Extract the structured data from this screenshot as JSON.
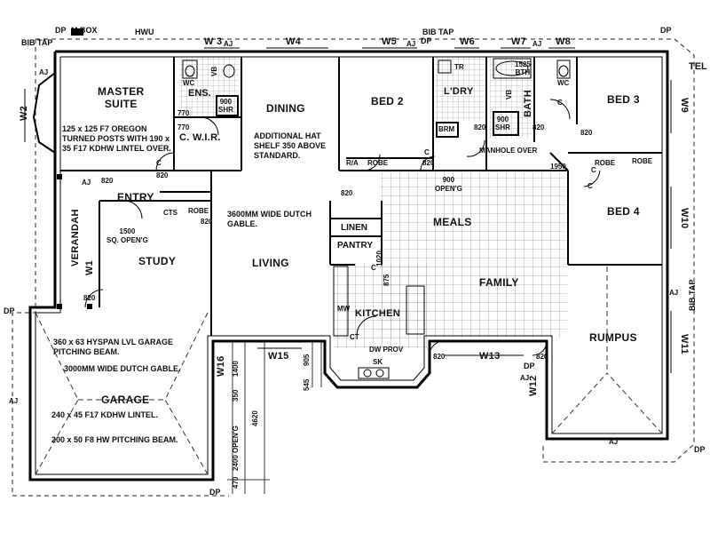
{
  "rooms": {
    "master_suite": "MASTER\nSUITE",
    "ens": "ENS.",
    "wir": "C. W.I.R.",
    "dining": "DINING",
    "bed2": "BED 2",
    "ldry": "L'DRY",
    "bath": "BATH",
    "bed3": "BED 3",
    "bed4": "BED 4",
    "entry": "ENTRY",
    "study": "STUDY",
    "living": "LIVING",
    "meals": "MEALS",
    "family": "FAMILY",
    "kitchen": "KITCHEN",
    "rumpus": "RUMPUS",
    "garage": "GARAGE",
    "verandah": "VERANDAH",
    "linen": "LINEN",
    "pantry": "PANTRY"
  },
  "labels": {
    "dp": "DP",
    "mbox": "M.BOX",
    "hwu": "HWU",
    "bibtap": "BIB TAP",
    "w2": "W2",
    "w3": "W 3",
    "w4": "W4",
    "w5": "W5",
    "w6": "W6",
    "w7": "W7",
    "w8": "W8",
    "w9": "W9",
    "w10": "W10",
    "w11": "W11",
    "w12": "W12",
    "w13": "W13",
    "w15": "W15",
    "w16": "W16",
    "w1": "W1",
    "aj": "AJ",
    "wc": "WC",
    "vb": "VB",
    "tr": "TR",
    "c": "C",
    "shr900": "900\nSHR",
    "bth1525": "1525\nBTH",
    "n770": "770",
    "n820": "820",
    "robe": "ROBE",
    "cts": "CTS",
    "ra": "R/A",
    "brm": "BRM",
    "manhole": "MANHOLE OVER",
    "open900": "900\nOPEN'G",
    "open1500": "1500\nSQ. OPEN'G",
    "dw_prov": "DW PROV",
    "sk": "SK",
    "mw": "MW",
    "ct": "CT",
    "r_875": "875",
    "r_1020": "1020",
    "r_1950": "1950",
    "dim_545": "545",
    "dim_905": "905",
    "dim_350": "350",
    "dim_2400": "2400 OPEN'G",
    "dim_1400": "1400",
    "dim_470": "470",
    "dim_4620": "4620",
    "tel": "TEL"
  },
  "notes": {
    "posts": "125 x 125 F7 OREGON TURNED POSTS WITH 190 x 35 F17 KDHW LINTEL OVER.",
    "hat_shelf": "ADDITIONAL HAT SHELF 350 ABOVE STANDARD.",
    "dutch_gable_3600": "3600MM WIDE DUTCH GABLE.",
    "hyspan": "360 x 63 HYSPAN LVL GARAGE PITCHING BEAM.",
    "dutch_gable_3000": "3000MM WIDE DUTCH GABLE.",
    "lintel_240": "240 x 45 F17 KDHW LINTEL.",
    "pitching_200": "200 x 50 F8 HW PITCHING BEAM."
  }
}
